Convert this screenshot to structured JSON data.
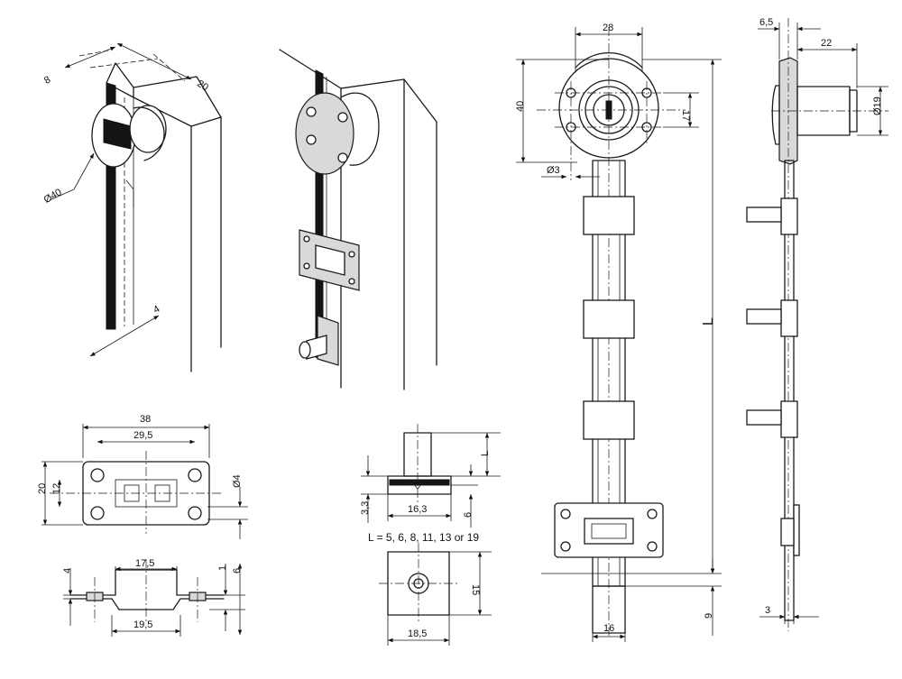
{
  "dims": {
    "iso_depth": "8",
    "iso_width": "20",
    "iso_diameter": "Ø40",
    "iso_gap": "4",
    "plate_overall": "38",
    "plate_holes": "29,5",
    "plate_height": "20",
    "plate_slot": "12",
    "plate_hole_dia": "Ø4",
    "side_inner": "17,5",
    "side_outer": "19,5",
    "side_thick": "4",
    "side_t1": "1",
    "side_t2": "6",
    "pin_l": "L",
    "pin_h": "3,3",
    "pin_w": "16,3",
    "pin_base": "6",
    "pin_note": "L = 5, 6, 8, 11, 13 or 19",
    "pin_plan_h": "15",
    "pin_plan_w": "18,5",
    "front_top": "28",
    "front_h": "40",
    "front_key": "17",
    "front_hole": "Ø3",
    "front_len": "L",
    "front_rod": "16",
    "front_end": "9",
    "side_flange": "6,5",
    "side_body": "22",
    "side_dia": "Ø19",
    "side_rod": "3"
  }
}
